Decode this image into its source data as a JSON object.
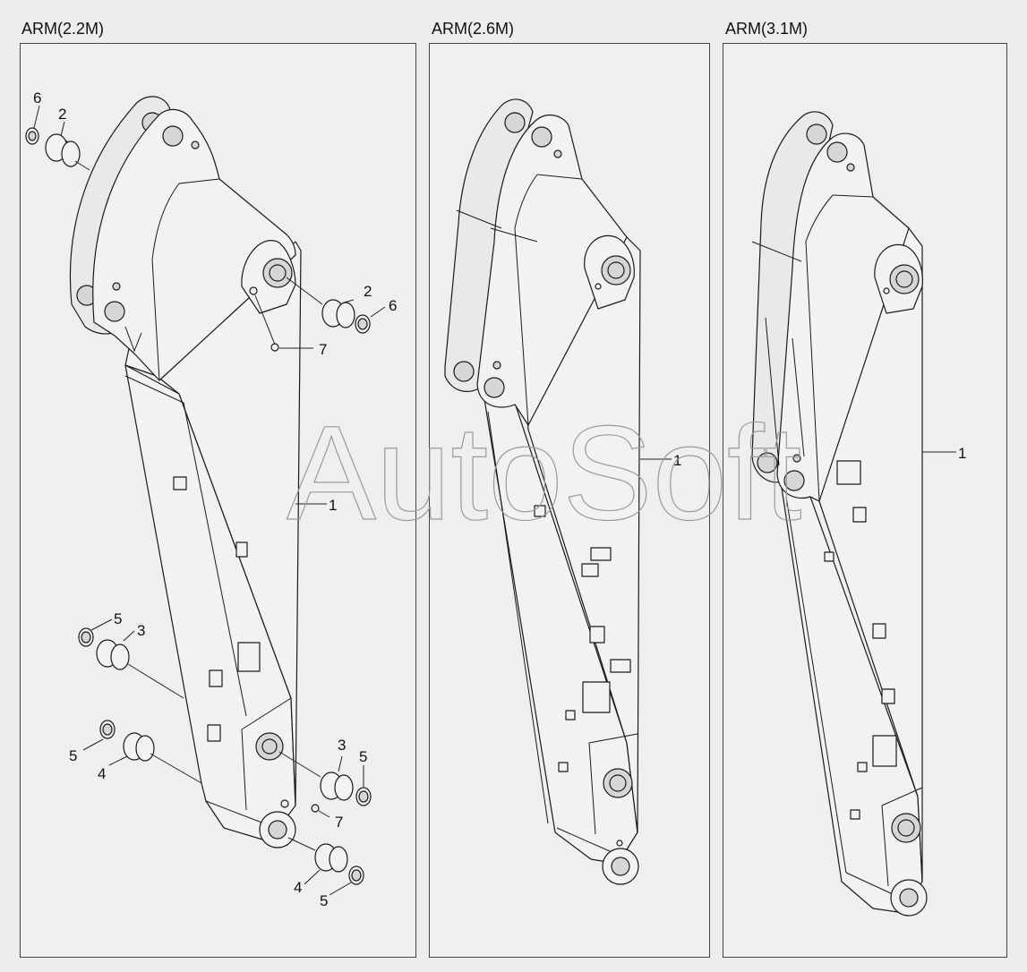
{
  "panels": [
    {
      "title": "ARM(2.2M)"
    },
    {
      "title": "ARM(2.6M)"
    },
    {
      "title": "ARM(3.1M)"
    }
  ],
  "watermark": "AutoSoft",
  "callouts": {
    "p1_6a": "6",
    "p1_2a": "2",
    "p1_2b": "2",
    "p1_6b": "6",
    "p1_7a": "7",
    "p1_1": "1",
    "p1_5a": "5",
    "p1_3a": "3",
    "p1_5b": "5",
    "p1_4a": "4",
    "p1_3b": "3",
    "p1_5c": "5",
    "p1_7b": "7",
    "p1_4b": "4",
    "p1_5d": "5",
    "p2_1": "1",
    "p3_1": "1"
  }
}
